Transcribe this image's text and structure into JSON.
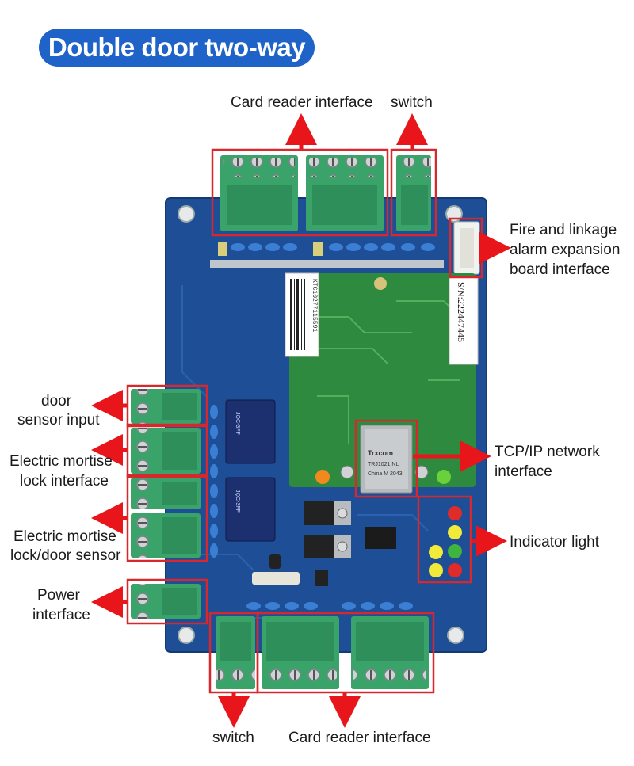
{
  "title": "Double door two-way",
  "labels": {
    "card_reader_top": "Card reader interface",
    "switch_top": "switch",
    "fire_linkage_1": "Fire and linkage",
    "fire_linkage_2": "alarm expansion",
    "fire_linkage_3": "board interface",
    "door_sensor_1": "door",
    "door_sensor_2": "sensor input",
    "mortise_1": "Electric mortise",
    "mortise_2": "lock interface",
    "mortise_sensor_1": "Electric mortise",
    "mortise_sensor_2": "lock/door sensor",
    "power_1": "Power",
    "power_2": "interface",
    "tcp_1": "TCP/IP network",
    "tcp_2": "interface",
    "indicator": "Indicator light",
    "switch_bottom": "switch",
    "card_reader_bottom": "Card reader interface"
  },
  "board_text": {
    "serial": "S/N:222447445",
    "barcode": "KTC10277115591",
    "rj45_brand": "Trxcom",
    "rj45_model": "TRJ1021INL",
    "rj45_origin": "China M 2043",
    "relay_text": "JQC-3FF"
  },
  "colors": {
    "pill": "#1f63c8",
    "arrow": "#e8161b",
    "box": "#d6282d",
    "pcb": "#1e4e96",
    "module": "#2d8a3e",
    "terminal": "#3aa36a"
  }
}
